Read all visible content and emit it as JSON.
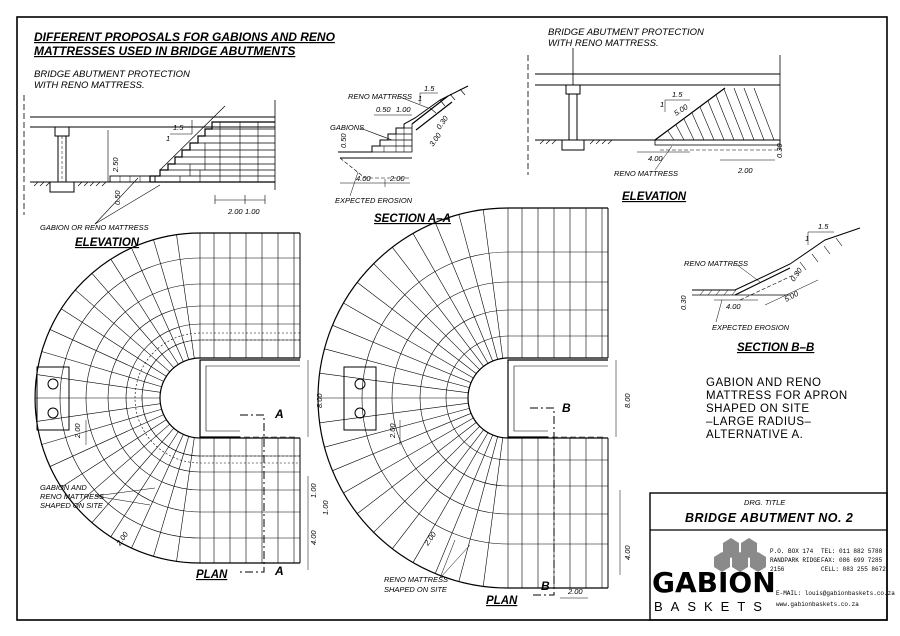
{
  "main_title": [
    "DIFFERENT PROPOSALS FOR GABIONS AND RENO",
    "MATTRESSES USED IN BRIDGE ABUTMENTS"
  ],
  "left_elevation": {
    "heading": [
      "BRIDGE ABUTMENT PROTECTION",
      "WITH RENO MATTRESS."
    ],
    "label": "ELEVATION",
    "callout": "GABION OR RENO MATTRESS",
    "dims": {
      "slope": "1.5",
      "slope_v": "1",
      "height": "2.50",
      "base": "0.50",
      "apron1": "2.00",
      "apron2": "1.00"
    }
  },
  "section_aa": {
    "label": "SECTION A–A",
    "reno_label": "RENO MATTRESS",
    "gabions_label": "GABIONS",
    "erosion_label": "EXPECTED EROSION",
    "dims": {
      "slope": "1.5",
      "slope_v": "1",
      "d050": "0.50",
      "d100": "1.00",
      "d030": "0.30",
      "d300": "3.00",
      "d050v": "0.50",
      "d400": "4.00",
      "d200": "2.00"
    }
  },
  "right_elevation": {
    "heading": [
      "BRIDGE ABUTMENT PROTECTION",
      "WITH RENO MATTRESS."
    ],
    "label": "ELEVATION",
    "reno_label": "RENO MATTRESS",
    "dims": {
      "slope": "1.5",
      "slope_v": "1",
      "d500": "5.00",
      "d400": "4.00",
      "d200": "2.00",
      "d030": "0.30"
    }
  },
  "section_bb": {
    "label": "SECTION B–B",
    "reno_label": "RENO MATTRESS",
    "erosion_label": "EXPECTED EROSION",
    "dims": {
      "slope": "1.5",
      "slope_v": "1",
      "d030": "0.30",
      "d030b": "0.30",
      "d400": "4.00",
      "d500": "5.00"
    }
  },
  "plan_left": {
    "label": "PLAN",
    "callout": [
      "GABION AND",
      "RENO MATTRESS",
      "SHAPED ON SITE"
    ],
    "section_mark": "A",
    "dims": {
      "d800": "8.00",
      "d200": "2.00",
      "d100a": "1.00",
      "d100b": "1.00",
      "d400": "4.00",
      "d200b": "2.00"
    }
  },
  "plan_right": {
    "label": "PLAN",
    "callout": [
      "RENO MATTRESS",
      "SHAPED ON SITE"
    ],
    "section_mark": "B",
    "dims": {
      "d800": "8.00",
      "d200": "2.00",
      "d400": "4.00",
      "d200b": "2.00",
      "d200c": "2.00"
    }
  },
  "note": [
    "GABION AND RENO",
    "MATTRESS FOR APRON",
    "SHAPED ON SITE",
    "–LARGE RADIUS–",
    "ALTERNATIVE A."
  ],
  "title_block": {
    "drg_title_label": "DRG. TITLE",
    "drg_title": "BRIDGE ABUTMENT NO. 2",
    "logo_top": "GABION",
    "logo_bottom": "BASKETS",
    "address": [
      "P.O. BOX 174",
      "RANDPARK RIDGE",
      "2156"
    ],
    "phones": [
      "TEL: 011 882 5788",
      "FAX: 086 699 7285",
      "CELL: 083 255 8672"
    ],
    "email": "E-MAIL: louis@gabionbaskets.co.za",
    "web": "www.gabionbaskets.co.za"
  },
  "colors": {
    "line": "#000000",
    "background": "#ffffff",
    "logo_hex": "#8a8a8a"
  }
}
